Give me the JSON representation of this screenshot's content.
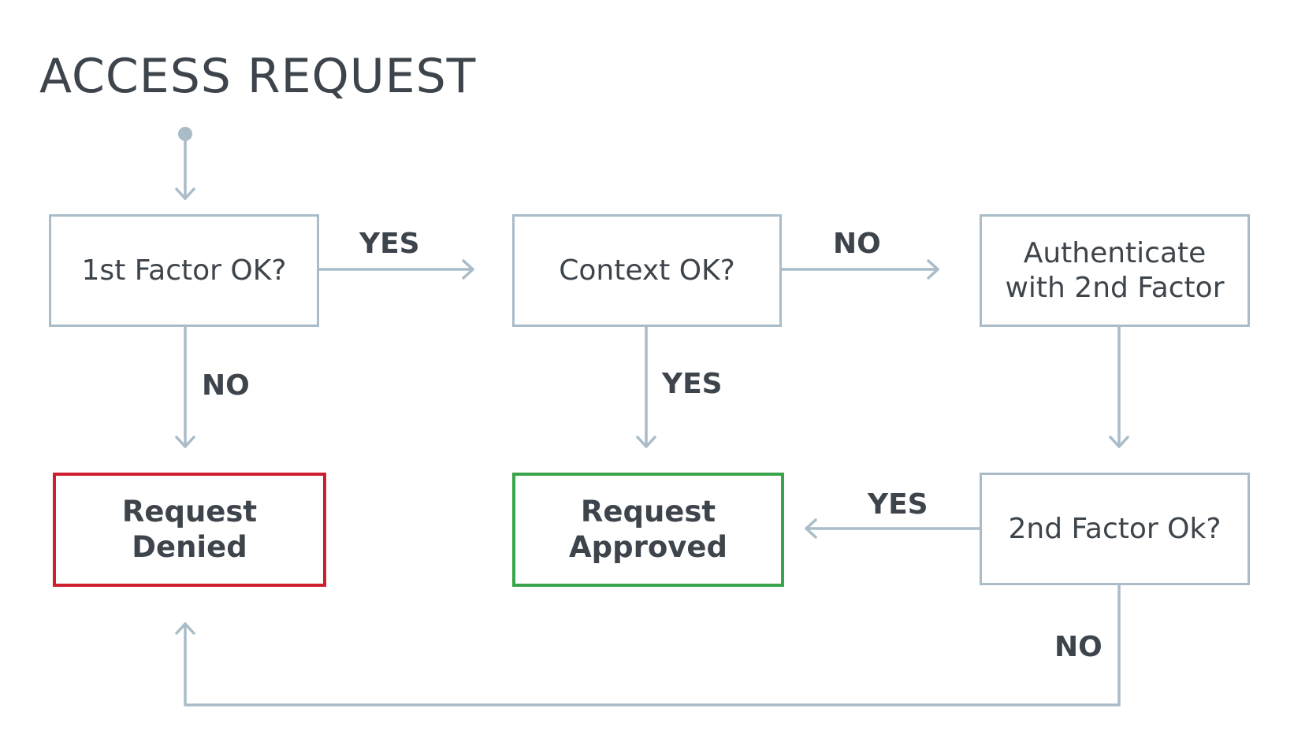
{
  "title": "ACCESS REQUEST",
  "colors": {
    "connector": "#a9bcc8",
    "denied_border": "#cf1f2e",
    "approved_border": "#3aa44a",
    "text": "#3d444b"
  },
  "nodes": {
    "first_factor": "1st Factor OK?",
    "context": "Context OK?",
    "authenticate": "Authenticate\nwith 2nd Factor",
    "denied": "Request\nDenied",
    "approved": "Request\nApproved",
    "second_factor": "2nd Factor Ok?"
  },
  "edges": {
    "first_factor_yes": "YES",
    "first_factor_no": "NO",
    "context_no": "NO",
    "context_yes": "YES",
    "second_factor_yes": "YES",
    "second_factor_no": "NO"
  }
}
